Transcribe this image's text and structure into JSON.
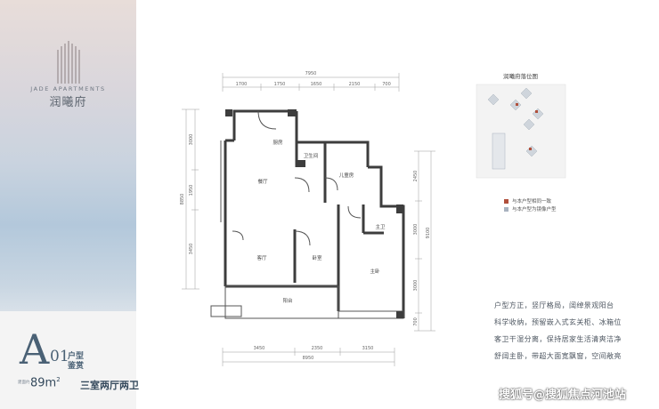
{
  "brand": {
    "name_en": "JADE APARTMENTS",
    "name_cn": "润曦府"
  },
  "unit": {
    "code_letter": "A",
    "code_number": "01",
    "tag_line1": "户型",
    "tag_line2": "鉴赏",
    "area_label": "建面约",
    "area_value": "89m",
    "area_unit_sup": "2",
    "layout": "三室两厅两卫"
  },
  "plan": {
    "top_total": "7950",
    "top_dims": [
      "1700",
      "1750",
      "1650",
      "2150",
      "700"
    ],
    "bottom_total": "8950",
    "bottom_dims": [
      "3450",
      "2350",
      "3150"
    ],
    "left_total": "8850",
    "left_dims": [
      "3000",
      "1950",
      "3450"
    ],
    "right_total": "9100",
    "right_dims": [
      "2450",
      "3000",
      "3000",
      "700"
    ],
    "rooms": {
      "kitchen": "厨房",
      "bath1": "卫生间",
      "dining": "餐厅",
      "kids": "儿童房",
      "master_bath": "主卫",
      "living": "客厅",
      "bedroom": "卧室",
      "master": "主卧",
      "balcony": "阳台"
    }
  },
  "site_plan": {
    "title": "润曦府落位图",
    "legend": [
      {
        "label": "与本户型相同一致",
        "color": "#b0503c"
      },
      {
        "label": "与本户型为镜像户型",
        "color": "#a8b2bf"
      }
    ]
  },
  "description": [
    "户型方正，竖厅格局，阔绰景观阳台",
    "科学收纳，预留嵌入式玄关柜、冰箱位",
    "客卫干湿分离，保持居家生活清爽洁净",
    "舒阔主卧，带超大面宽飘窗，空间敞亮"
  ],
  "watermark": "搜狐号@搜狐焦点河池站"
}
